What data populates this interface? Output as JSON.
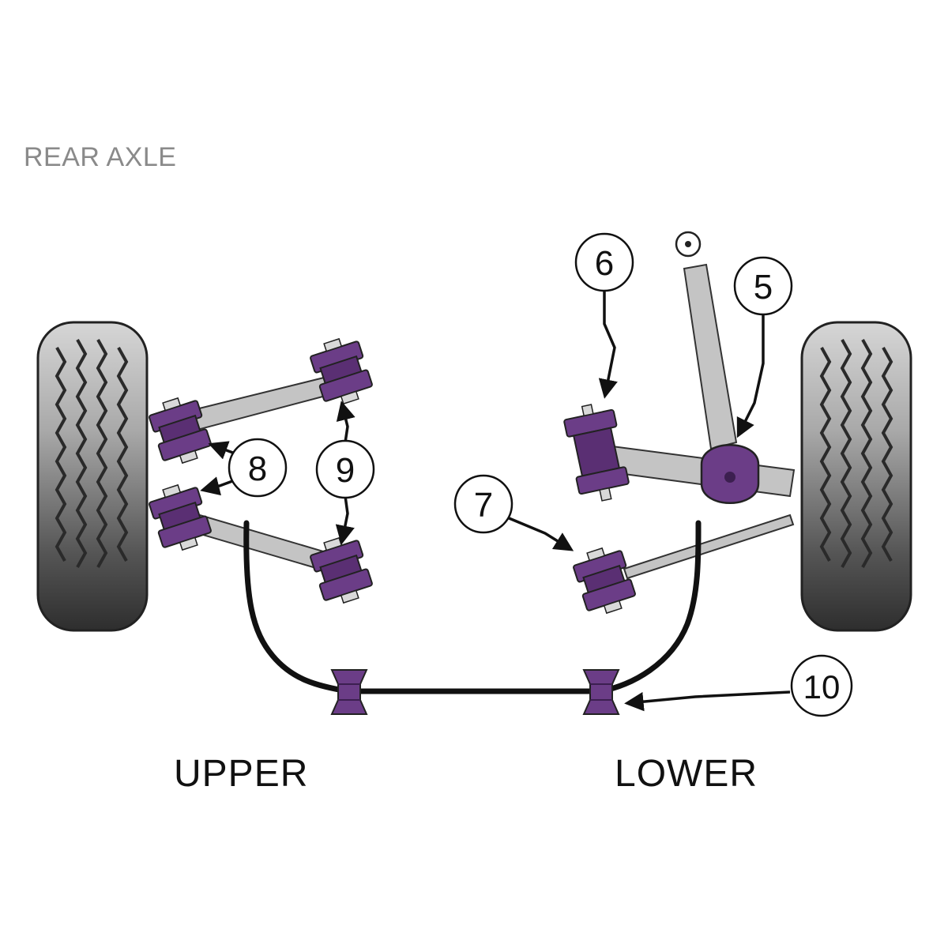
{
  "heading": "REAR AXLE",
  "section_labels": {
    "upper": "UPPER",
    "lower": "LOWER"
  },
  "callouts": [
    {
      "id": "5",
      "label": "5"
    },
    {
      "id": "6",
      "label": "6"
    },
    {
      "id": "7",
      "label": "7"
    },
    {
      "id": "8",
      "label": "8"
    },
    {
      "id": "9",
      "label": "9"
    },
    {
      "id": "10",
      "label": "10"
    }
  ],
  "colors": {
    "bush_purple": "#6b3d87",
    "bush_dark": "#4a2660",
    "bush_light": "#8e5eab",
    "arm_grey": "#c4c4c4",
    "tyre_dark": "#3a3a3a",
    "tyre_light": "#cfcfcf"
  }
}
